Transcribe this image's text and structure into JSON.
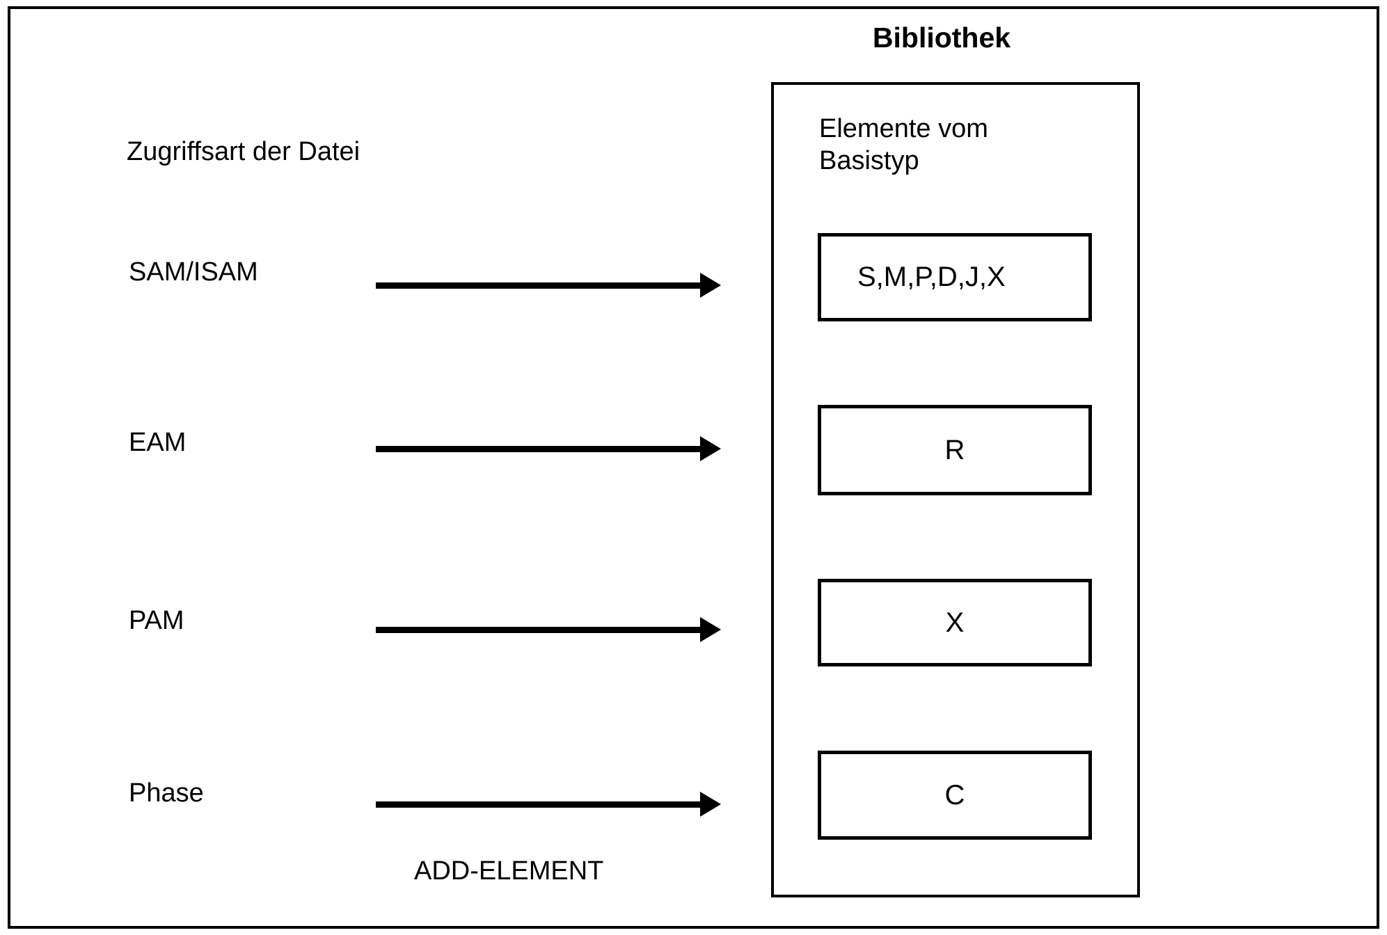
{
  "diagram": {
    "title": "Bibliothek",
    "left_heading": "Zugriffsart der Datei",
    "library_heading": "Elemente vom Basistyp",
    "arrow_label": "ADD-ELEMENT",
    "rows": [
      {
        "label": "SAM/ISAM",
        "box": "S,M,P,D,J,X"
      },
      {
        "label": "EAM",
        "box": "R"
      },
      {
        "label": "PAM",
        "box": "X"
      },
      {
        "label": "Phase",
        "box": "C"
      }
    ],
    "colors": {
      "foreground": "#000000",
      "background": "#ffffff"
    }
  }
}
